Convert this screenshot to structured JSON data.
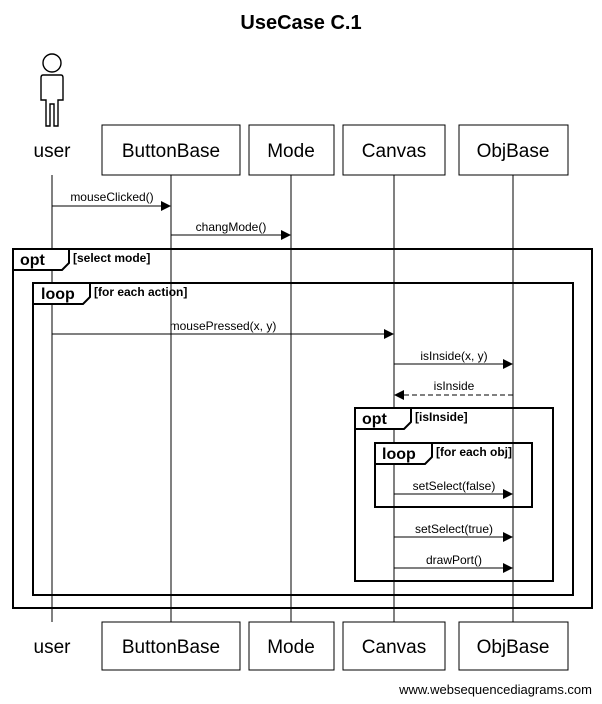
{
  "title": "UseCase C.1",
  "participants": {
    "user": "user",
    "buttonbase": "ButtonBase",
    "mode": "Mode",
    "canvas": "Canvas",
    "objbase": "ObjBase"
  },
  "messages": {
    "m1": "mouseClicked()",
    "m2": "changMode()",
    "m3": "mousePressed(x, y)",
    "m4": "isInside(x, y)",
    "m5": "isInside",
    "m6": "setSelect(false)",
    "m7": "setSelect(true)",
    "m8": "drawPort()"
  },
  "fragments": {
    "opt1": {
      "tag": "opt",
      "condition": "[select mode]"
    },
    "loop1": {
      "tag": "loop",
      "condition": "[for each action]"
    },
    "opt2": {
      "tag": "opt",
      "condition": "[isInside]"
    },
    "loop2": {
      "tag": "loop",
      "condition": "[for each obj]"
    }
  },
  "footer": "www.websequencediagrams.com"
}
